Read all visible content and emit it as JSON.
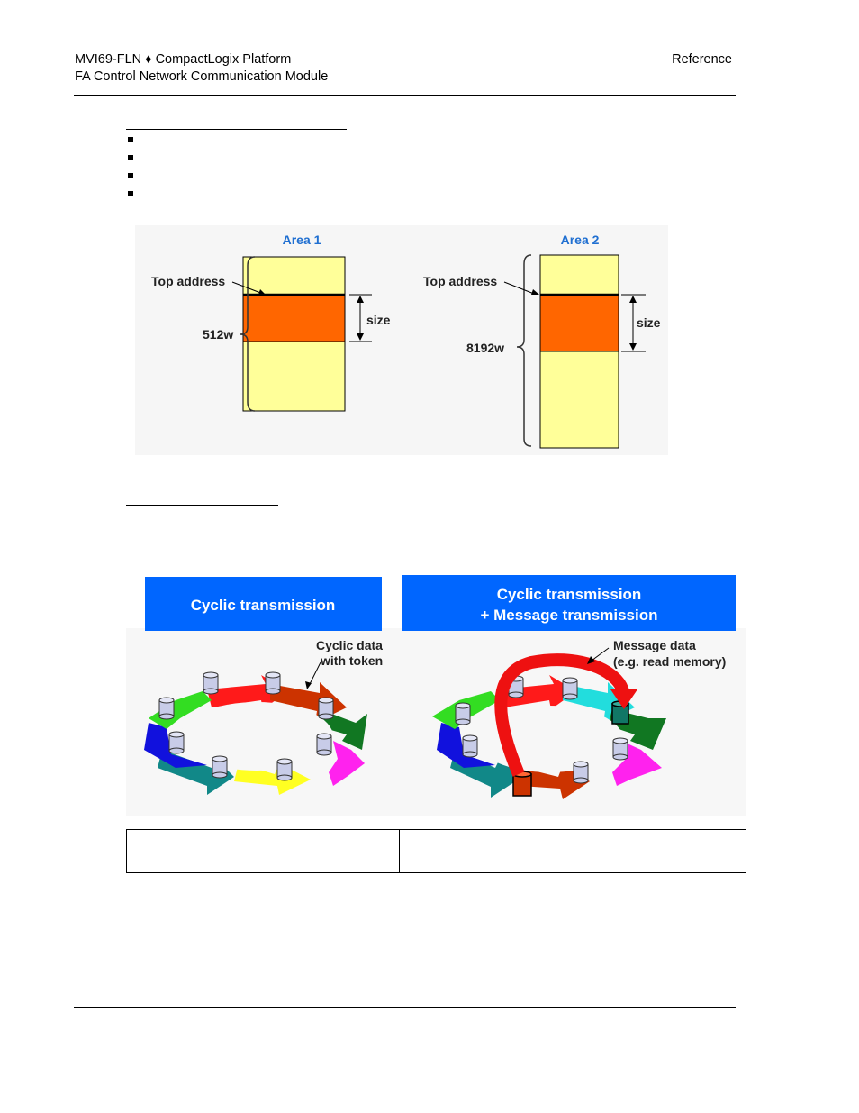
{
  "header": {
    "product": "MVI69-FLN ♦ CompactLogix Platform",
    "subtitle": "FA Control Network Communication Module",
    "section": "Reference"
  },
  "memory_figure": {
    "area1": {
      "title": "Area 1",
      "top_address": "Top address",
      "total": "512w",
      "size": "size"
    },
    "area2": {
      "title": "Area 2",
      "top_address": "Top address",
      "total": "8192w",
      "size": "size"
    },
    "colors": {
      "area_fill": "#ffff99",
      "block_fill": "#ff6600",
      "title": "#1f6fd1"
    }
  },
  "transmission_figure": {
    "left_banner": "Cyclic transmission",
    "right_banner_line1": "Cyclic transmission",
    "right_banner_line2": "+ Message transmission",
    "left_callout_line1": "Cyclic data",
    "left_callout_line2": "with token",
    "right_callout_line1": "Message data",
    "right_callout_line2": "(e.g. read memory)",
    "colors": {
      "banner": "#0066ff",
      "message_arrow": "#ee1111"
    }
  }
}
